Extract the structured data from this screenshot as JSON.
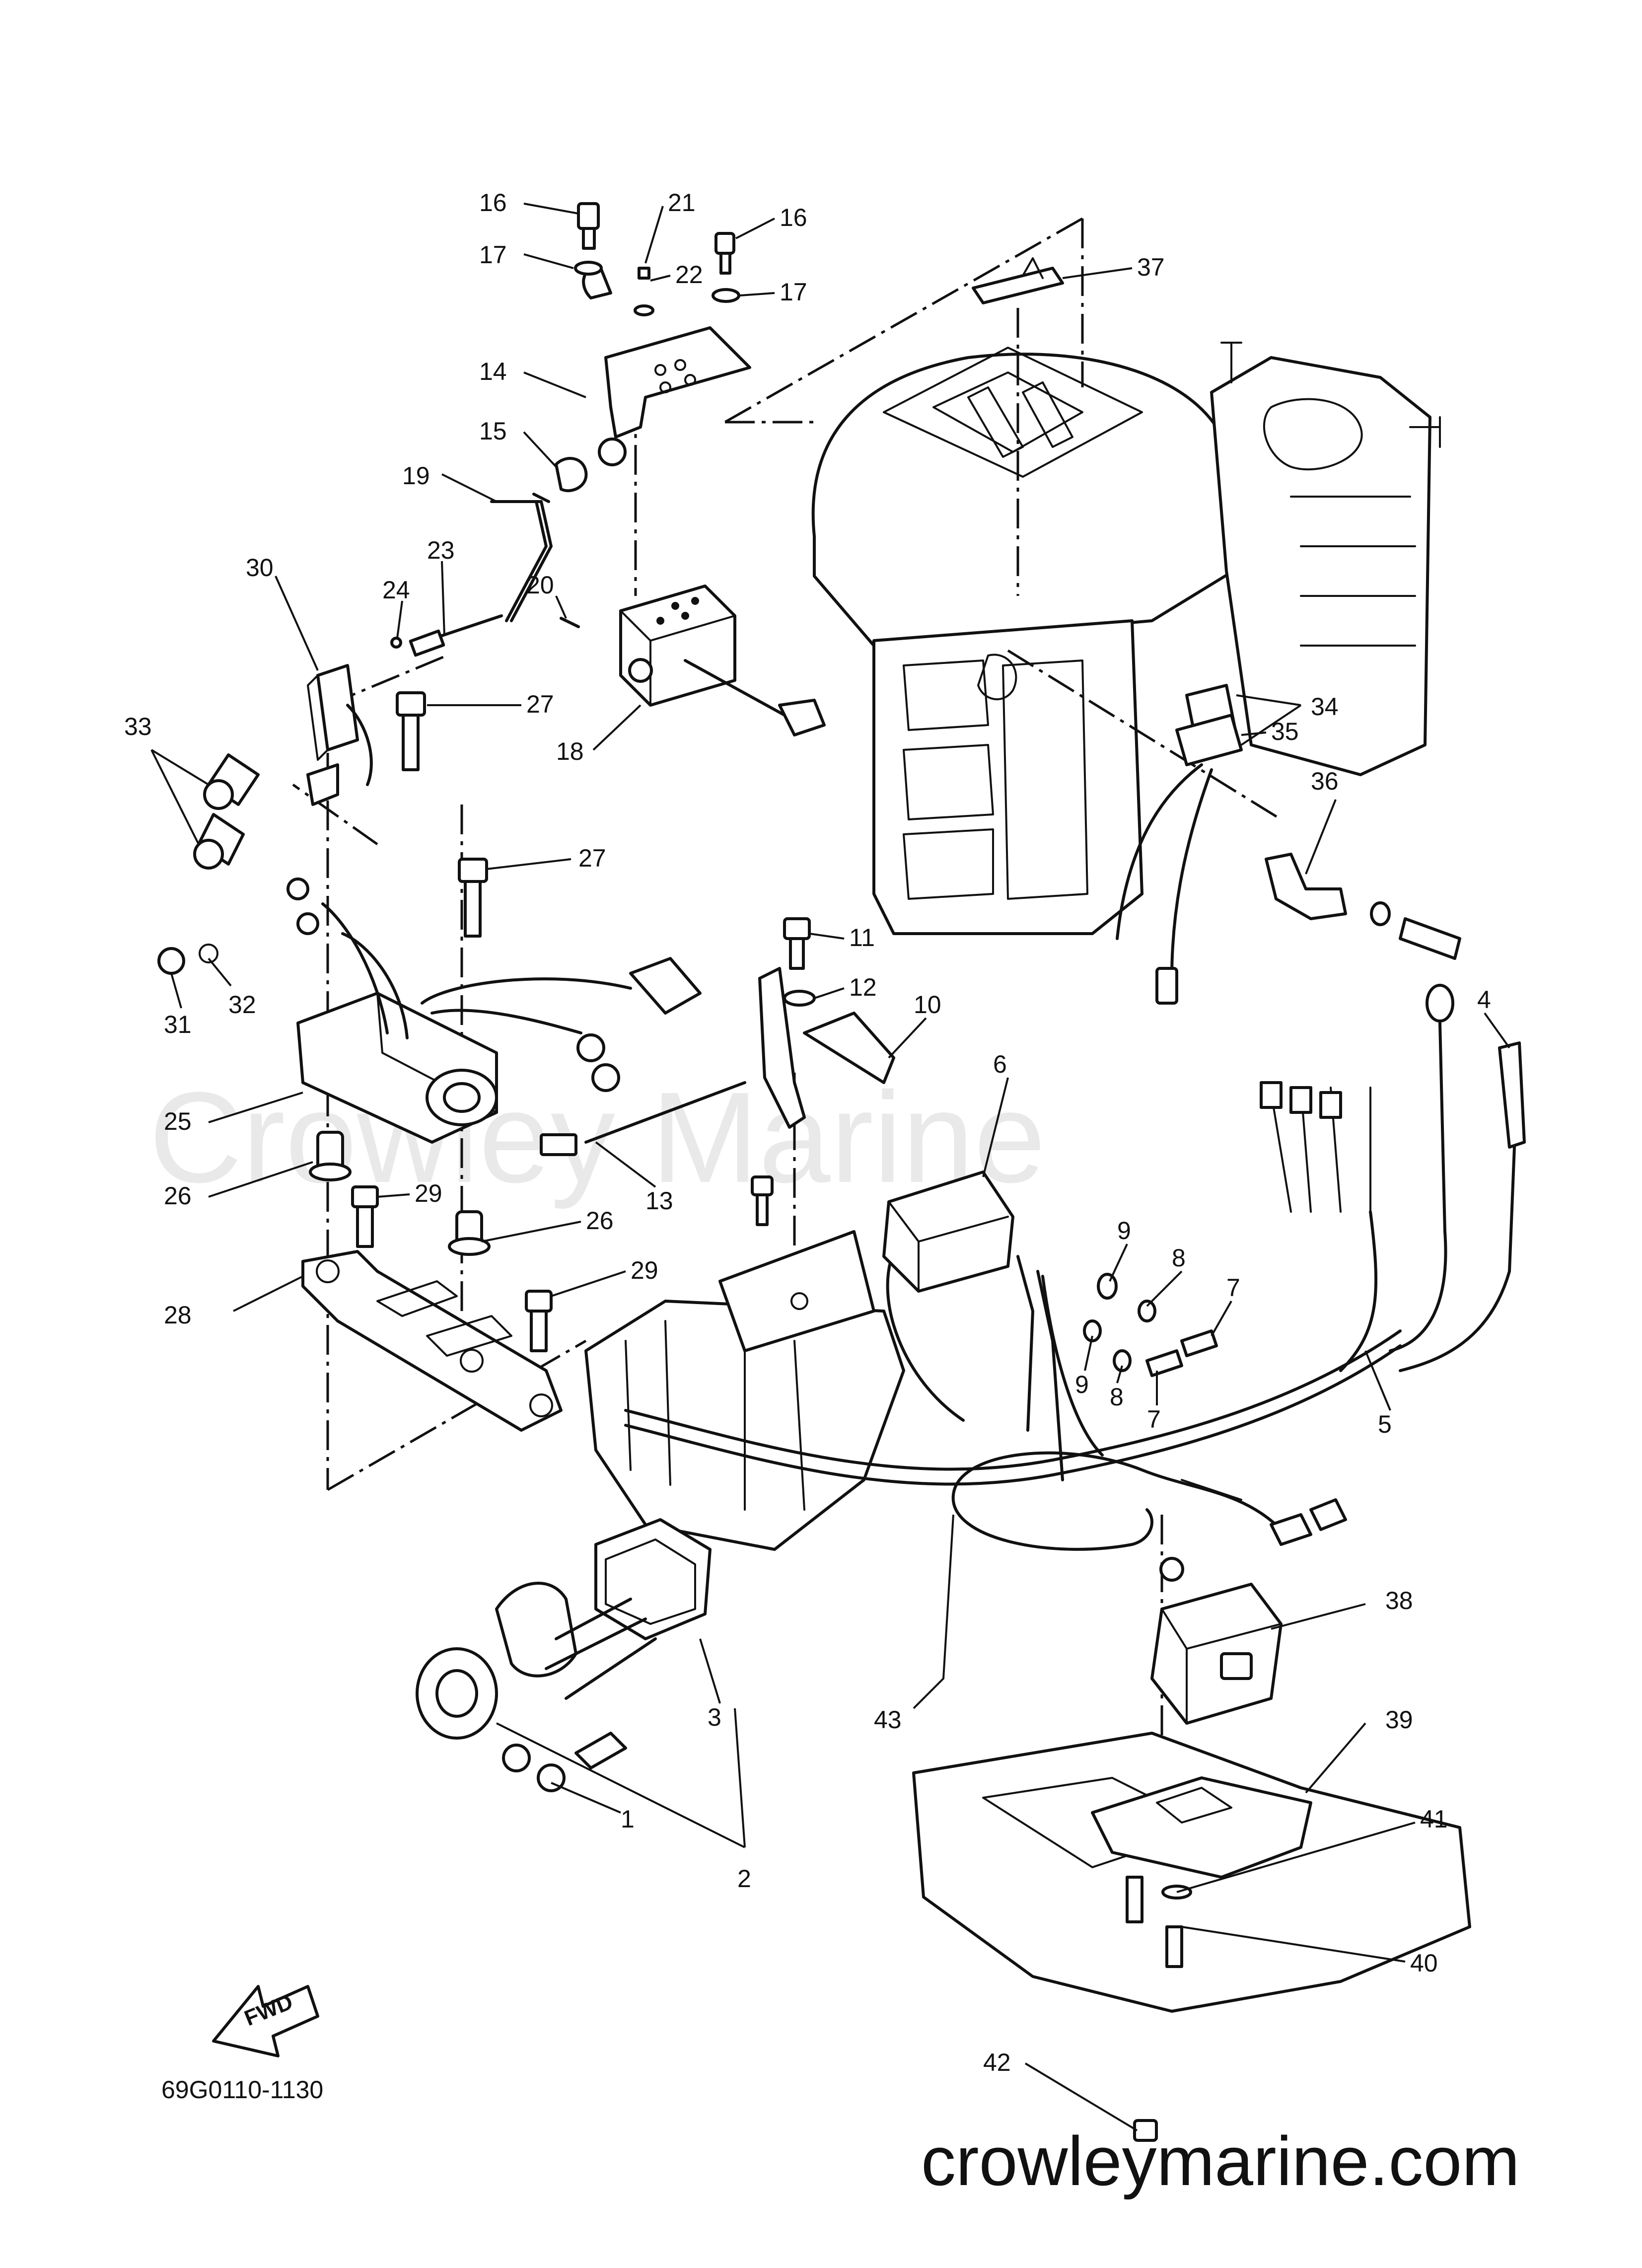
{
  "watermark": "Crowley Marine",
  "footer_url": "crowleymarine.com",
  "diagram_code": "69G0110-1130",
  "direction_label": "FWD",
  "part_numbers": [
    "1",
    "2",
    "3",
    "4",
    "5",
    "6",
    "7",
    "8",
    "9",
    "10",
    "11",
    "12",
    "13",
    "14",
    "15",
    "16",
    "17",
    "18",
    "19",
    "20",
    "21",
    "22",
    "23",
    "24",
    "25",
    "26",
    "27",
    "28",
    "29",
    "30",
    "31",
    "32",
    "33",
    "34",
    "35",
    "36",
    "37",
    "38",
    "39",
    "40",
    "41",
    "42",
    "43"
  ],
  "callouts": [
    {
      "label": "16"
    },
    {
      "label": "17"
    },
    {
      "label": "21"
    },
    {
      "label": "16"
    },
    {
      "label": "22"
    },
    {
      "label": "17"
    },
    {
      "label": "14"
    },
    {
      "label": "15"
    },
    {
      "label": "19"
    },
    {
      "label": "23"
    },
    {
      "label": "24"
    },
    {
      "label": "20"
    },
    {
      "label": "30"
    },
    {
      "label": "27"
    },
    {
      "label": "33"
    },
    {
      "label": "18"
    },
    {
      "label": "37"
    },
    {
      "label": "34"
    },
    {
      "label": "35"
    },
    {
      "label": "36"
    },
    {
      "label": "27"
    },
    {
      "label": "11"
    },
    {
      "label": "12"
    },
    {
      "label": "10"
    },
    {
      "label": "31"
    },
    {
      "label": "32"
    },
    {
      "label": "4"
    },
    {
      "label": "25"
    },
    {
      "label": "13"
    },
    {
      "label": "26"
    },
    {
      "label": "29"
    },
    {
      "label": "26"
    },
    {
      "label": "6"
    },
    {
      "label": "9"
    },
    {
      "label": "8"
    },
    {
      "label": "7"
    },
    {
      "label": "29"
    },
    {
      "label": "28"
    },
    {
      "label": "9"
    },
    {
      "label": "8"
    },
    {
      "label": "7"
    },
    {
      "label": "5"
    },
    {
      "label": "38"
    },
    {
      "label": "3"
    },
    {
      "label": "43"
    },
    {
      "label": "39"
    },
    {
      "label": "1"
    },
    {
      "label": "41"
    },
    {
      "label": "2"
    },
    {
      "label": "40"
    },
    {
      "label": "42"
    }
  ]
}
